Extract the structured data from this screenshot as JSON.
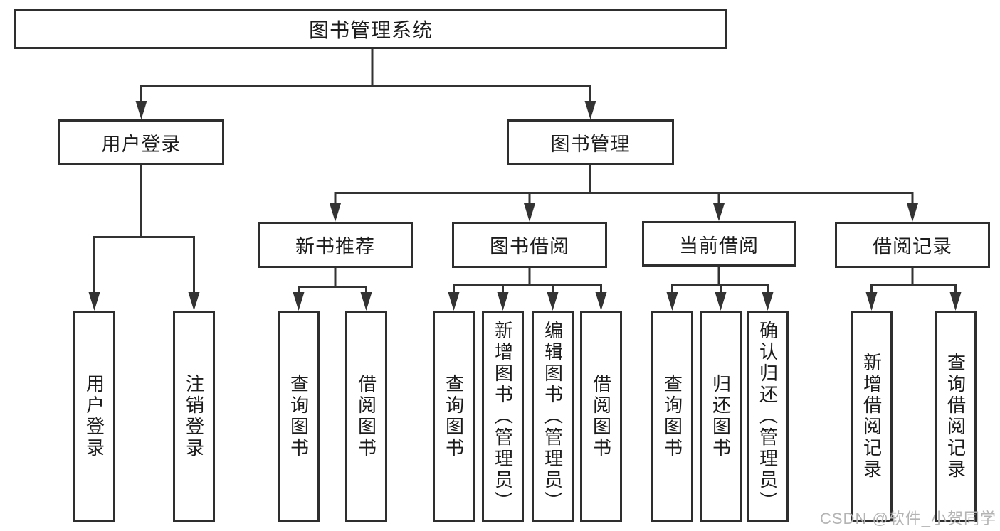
{
  "nodes": {
    "root": "图书管理系统",
    "user_login": "用户登录",
    "book_mgmt": "图书管理",
    "new_book": "新书推荐",
    "book_borrow": "图书借阅",
    "current_borrow": "当前借阅",
    "borrow_records": "借阅记录",
    "leaf_login": "用户登录",
    "leaf_logout": "注销登录",
    "leaf_nb_query": "查询图书",
    "leaf_nb_borrow": "借阅图书",
    "leaf_bb_query": "查询图书",
    "leaf_bb_add": "新增图书（管理员）",
    "leaf_bb_edit": "编辑图书（管理员）",
    "leaf_bb_borrow": "借阅图书",
    "leaf_cb_query": "查询图书",
    "leaf_cb_return": "归还图书",
    "leaf_cb_confirm": "确认归还（管理员）",
    "leaf_br_add": "新增借阅记录",
    "leaf_br_query": "查询借阅记录"
  },
  "hierarchy": {
    "图书管理系统": {
      "用户登录": [
        "用户登录",
        "注销登录"
      ],
      "图书管理": {
        "新书推荐": [
          "查询图书",
          "借阅图书"
        ],
        "图书借阅": [
          "查询图书",
          "新增图书（管理员）",
          "编辑图书（管理员）",
          "借阅图书"
        ],
        "当前借阅": [
          "查询图书",
          "归还图书",
          "确认归还（管理员）"
        ],
        "借阅记录": [
          "新增借阅记录",
          "查询借阅记录"
        ]
      }
    }
  },
  "watermark": "CSDN @软件_小贺同学"
}
